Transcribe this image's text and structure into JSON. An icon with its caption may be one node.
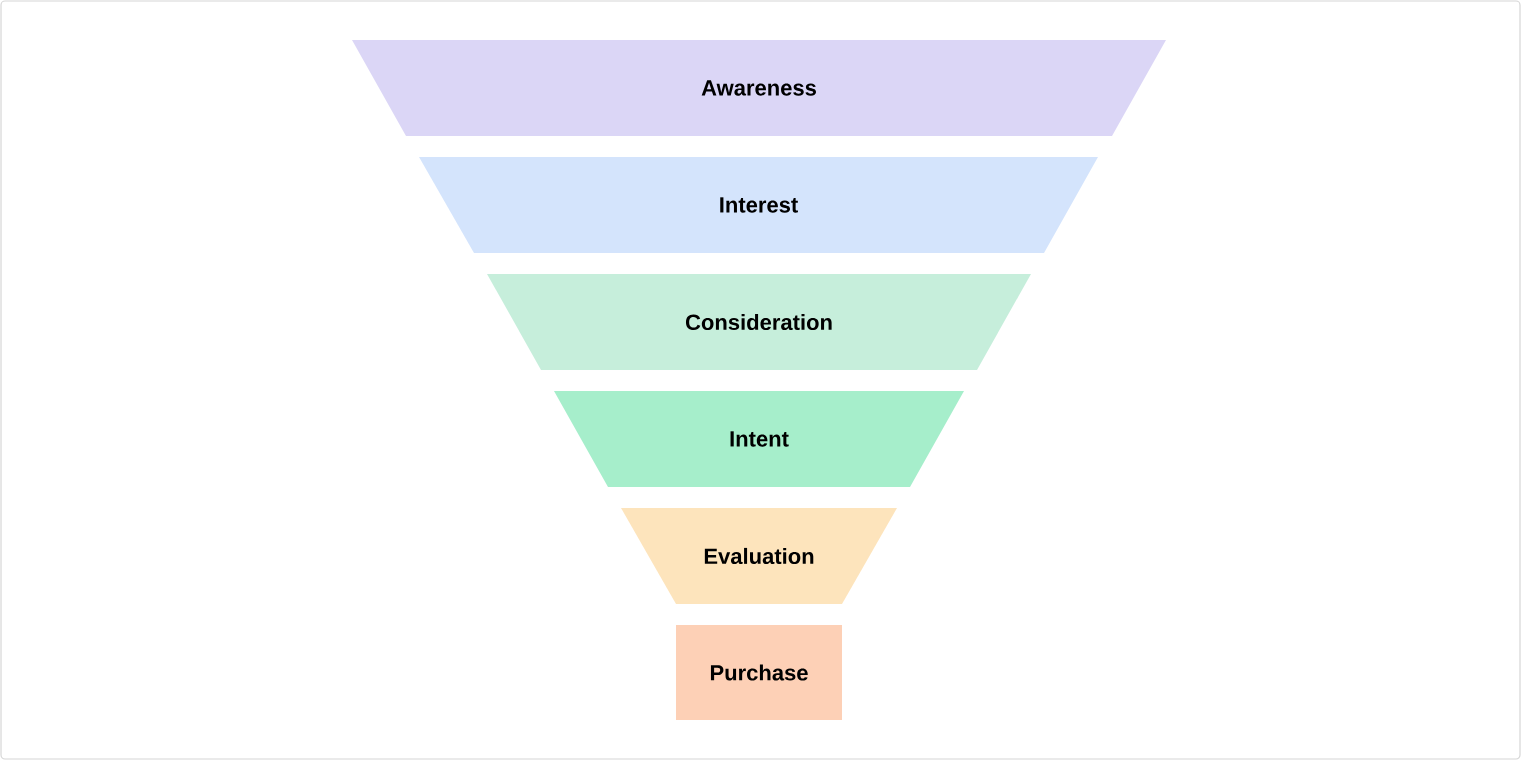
{
  "diagram": {
    "nodes": [
      {
        "text": [
          "Awareness"
        ]
      },
      {
        "text": [
          "Interest"
        ]
      },
      {
        "text": [
          "Consideration"
        ]
      },
      {
        "text": [
          "Intent"
        ]
      },
      {
        "text": [
          "Evaluation"
        ]
      },
      {
        "text": [
          "Purchase"
        ]
      }
    ]
  }
}
